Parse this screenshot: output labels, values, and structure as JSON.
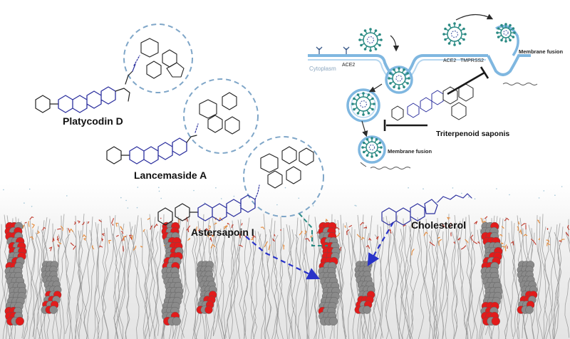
{
  "compounds": {
    "platycodin_d": "Platycodin D",
    "lancemaside_a": "Lancemaside A",
    "astersapoin_i": "Astersapoin I",
    "cholesterol": "Cholesterol"
  },
  "pathway": {
    "cytoplasm": "Cytoplasm",
    "ace2_left": "ACE2",
    "ace2_right": "ACE2",
    "tmprss2": "TMPRSS2",
    "membrane_fusion_top": "Membrane fusion",
    "membrane_fusion_bottom": "Membrane fusion",
    "inhibitor": "Triterpenoid saponis"
  },
  "colors": {
    "membrane_top": "#ececec",
    "lipid_tail": "#8e8e8e",
    "headgroup": "#c0392b",
    "saponin_red": "#e21b1b",
    "saponin_gray": "#8a8a8a",
    "steroid_blue": "#2b2f9e",
    "circle_dash": "#7fa6c8",
    "virus_teal": "#2a8a83",
    "arrow_blue": "#2832c8"
  }
}
